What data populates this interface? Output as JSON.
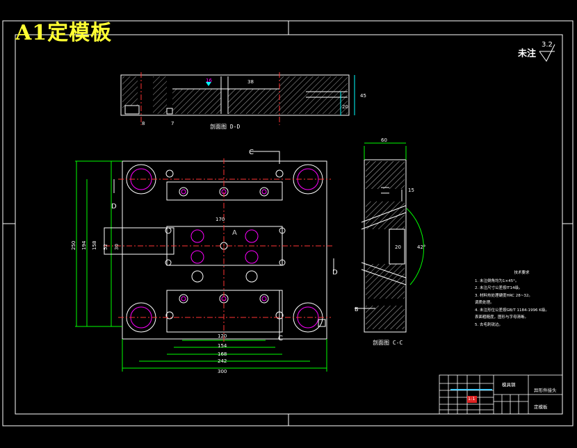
{
  "drawing": {
    "title": "A1定模板",
    "roughness_label": "未注",
    "roughness_value": "3.2"
  },
  "views": {
    "top_section_label": "剖面图 D-D",
    "side_section_label": "剖面图 C-C",
    "section_marks": {
      "c_top": "C",
      "c_bottom": "C",
      "d_left": "D",
      "d_right": "D",
      "a_center": "A",
      "b_side": "B"
    }
  },
  "dimensions": {
    "overall_width": "300",
    "width_242": "242",
    "width_168": "168",
    "width_154": "154",
    "width_120": "120",
    "width_170": "170",
    "height_250": "250",
    "height_194": "194",
    "height_158": "158",
    "height_30": "30",
    "height_52": "52",
    "side_width": "60",
    "side_15": "15",
    "side_20": "20",
    "side_angle": "42°",
    "top_16": "16",
    "top_38": "38",
    "top_45": "45",
    "top_20": "20",
    "top_8": "8",
    "top_7": "7"
  },
  "notes": {
    "header": "技术要求",
    "items": [
      "1. 未注倒角均为1×45°。",
      "2. 未注尺寸公差按IT14级。",
      "3. 材料热处理硬度HRC 28~32。",
      "   调质处理。",
      "4. 未注形位公差按GB/T 1184-1996 K级。",
      "   表面粗糙度，图形与字母清晰。",
      "5. 去毛刺锐边。"
    ]
  },
  "title_block": {
    "part_name": "定模板",
    "product_name": "异形件接头",
    "material": "模具钢",
    "scale": "1:1"
  }
}
